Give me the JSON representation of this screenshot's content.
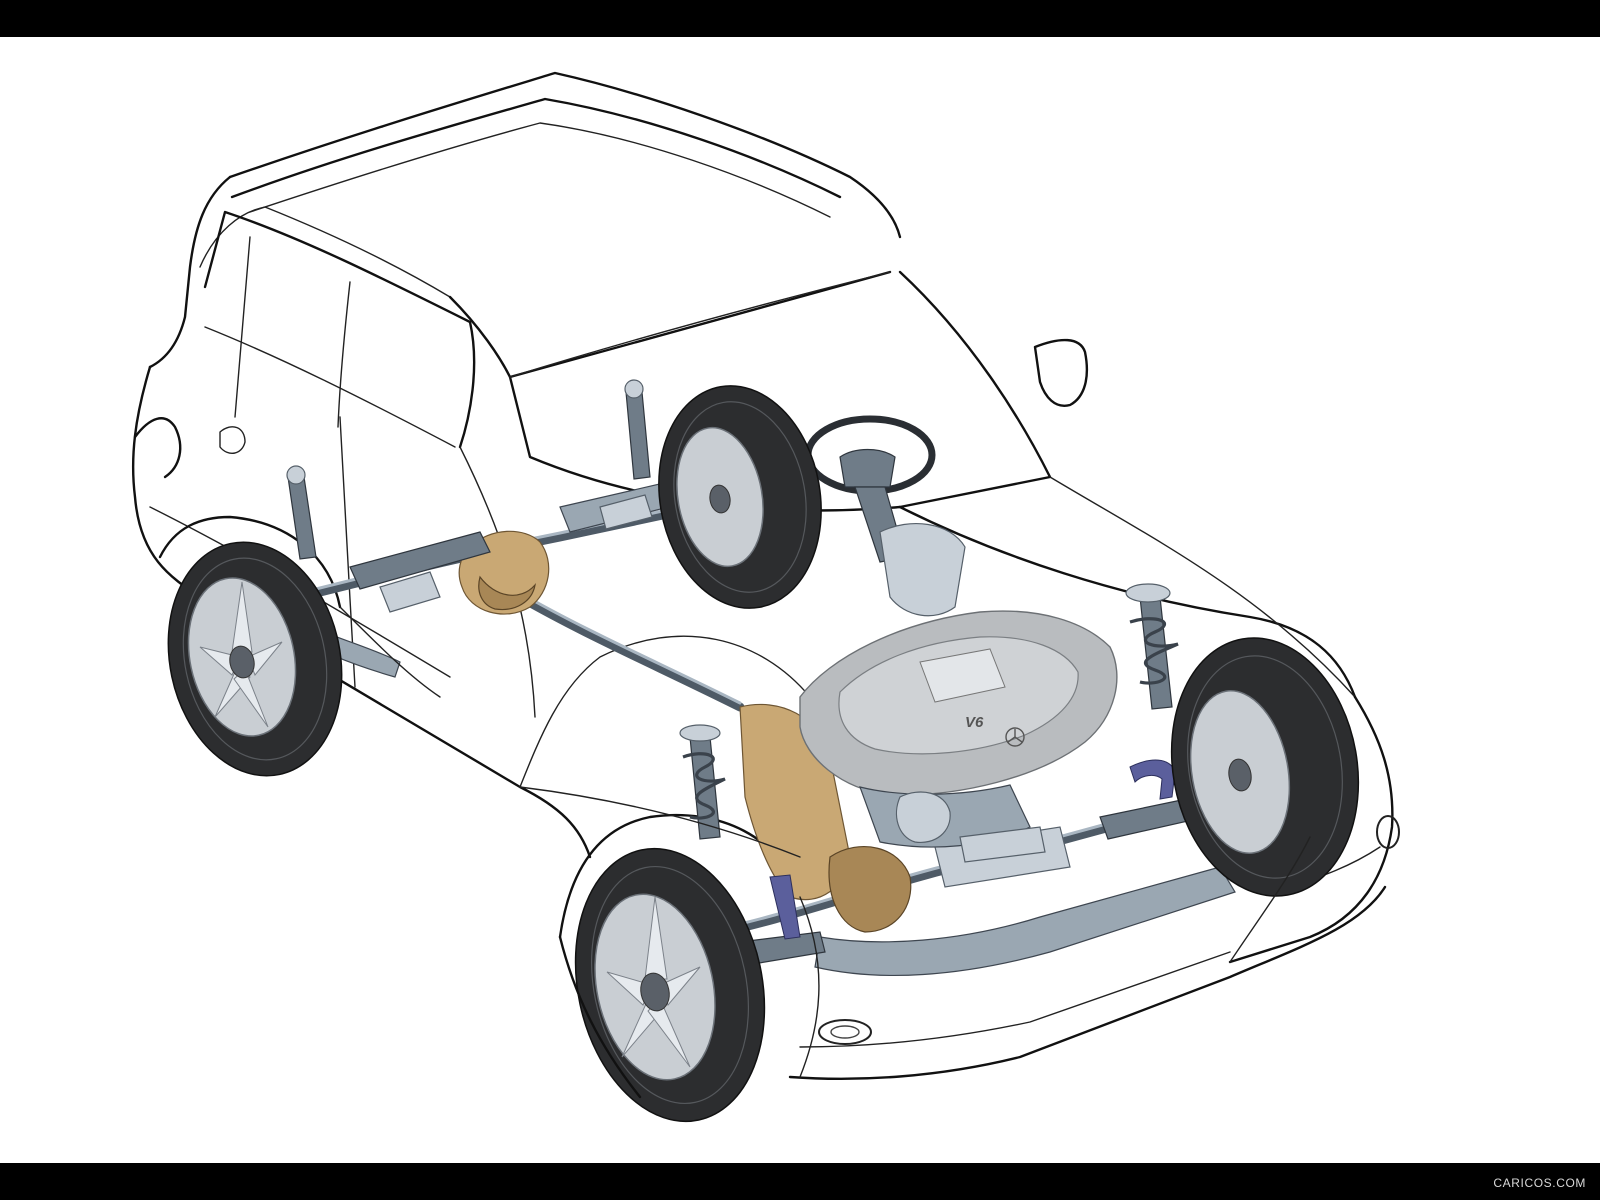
{
  "image": {
    "subject": "cutaway-suv-drivetrain",
    "engine_badge": "V6",
    "watermark": "CARICOS.COM"
  },
  "colors": {
    "letterbox": "#000000",
    "background": "#ffffff",
    "outline": "#111111",
    "tyre": "#2c2d2f",
    "metal": "#9aa7b2",
    "transfer_case": "#c9a874",
    "engine_cover": "#b9bcbf"
  },
  "icons": {
    "logo": "three-pointed-star-icon",
    "fog_light": "fog-light-icon"
  }
}
